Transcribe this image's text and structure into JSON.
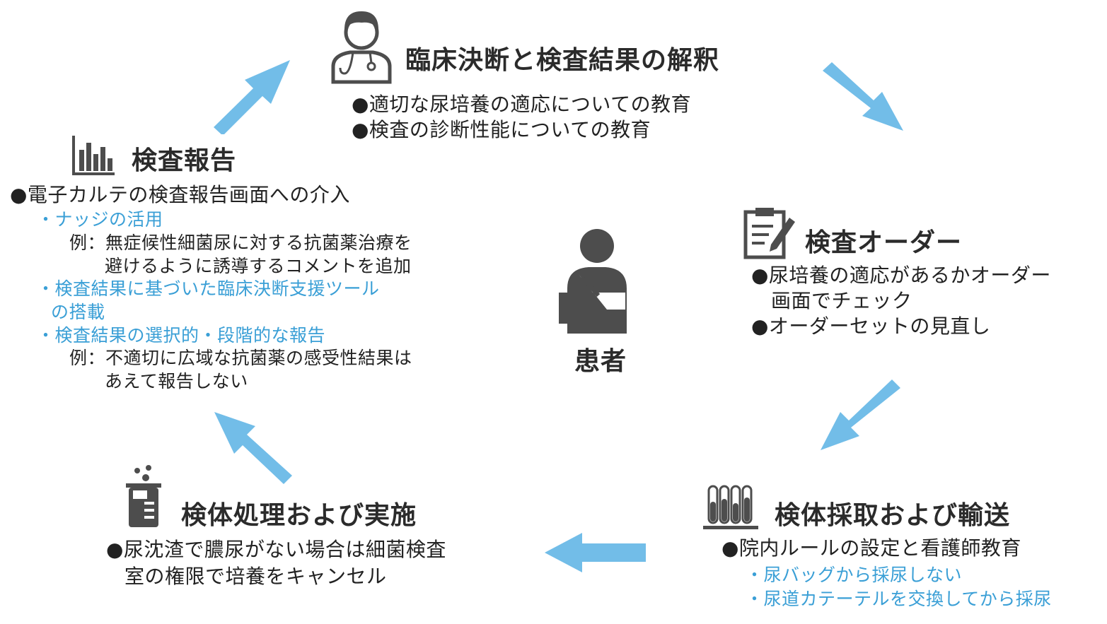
{
  "colors": {
    "arrow": "#72bde8",
    "accent_text": "#3a9fd6",
    "icon": "#4d4d4d"
  },
  "center": {
    "label": "患者",
    "icon": "patient-icon"
  },
  "clinical": {
    "icon": "doctor-icon",
    "title": "臨床決断と検査結果の解釈",
    "bullets": [
      "●適切な尿培養の適応についての教育",
      "●検査の診断性能についての教育"
    ]
  },
  "order": {
    "icon": "clipboard-icon",
    "title": "検査オーダー",
    "bullets": [
      "●尿培養の適応があるかオーダー",
      "画面でチェック",
      "●オーダーセットの見直し"
    ]
  },
  "collection": {
    "icon": "test-tubes-icon",
    "title": "検体採取および輸送",
    "bullets": [
      "●院内ルールの設定と看護師教育"
    ],
    "subitems": [
      "・尿バッグから採尿しない",
      "・尿道カテーテルを交換してから採尿"
    ]
  },
  "processing": {
    "icon": "beaker-icon",
    "title": "検体処理および実施",
    "bullets": [
      "●尿沈渣で膿尿がない場合は細菌検査",
      "室の権限で培養をキャンセル"
    ]
  },
  "report": {
    "icon": "bar-chart-icon",
    "title": "検査報告",
    "bullets": [
      "●電子カルテの検査報告画面への介入"
    ],
    "nudge": "・ナッジの活用",
    "nudge_example": [
      "例：無症候性細菌尿に対する抗菌薬治療を",
      "避けるように誘導するコメントを追加"
    ],
    "cds": [
      "・検査結果に基づいた臨床決断支援ツール",
      "の搭載"
    ],
    "selective": "・検査結果の選択的・段階的な報告",
    "selective_example": [
      "例：不適切に広域な抗菌薬の感受性結果は",
      "あえて報告しない"
    ]
  }
}
